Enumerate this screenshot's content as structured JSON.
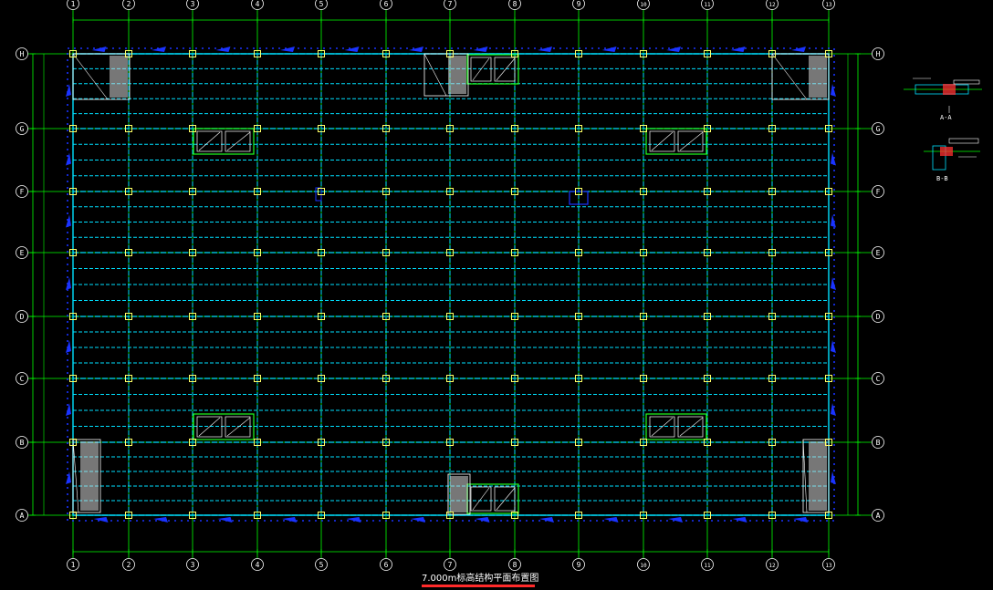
{
  "drawing": {
    "title": "7.000m标高结构平面布置图",
    "grid_columns": [
      "1",
      "2",
      "3",
      "4",
      "5",
      "6",
      "7",
      "8",
      "9",
      "10",
      "11",
      "12",
      "13"
    ],
    "grid_rows": [
      "H",
      "G",
      "F",
      "E",
      "D",
      "C",
      "B",
      "A"
    ],
    "section_a_label": "A-A",
    "section_b_label": "B-B",
    "colors": {
      "background": "#000000",
      "grid_line": "#00ff00",
      "beam": "#00e0ff",
      "column": "#ffff66",
      "edge_member": "#1a33ff",
      "section_red": "#ff3030",
      "text": "#ffffff"
    }
  }
}
